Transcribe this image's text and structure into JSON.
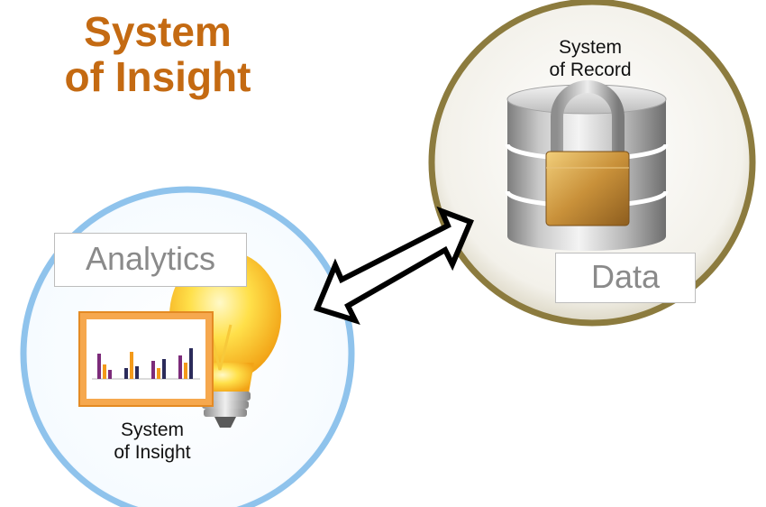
{
  "title": {
    "line1": "System",
    "line2": "of Insight"
  },
  "record_circle": {
    "caption_line1": "System",
    "caption_line2": "of Record",
    "box_label": "Data",
    "icon": "database-lock-icon"
  },
  "insight_circle": {
    "box_label": "Analytics",
    "caption_line1": "System",
    "caption_line2": "of Insight",
    "icons": [
      "bar-chart-icon",
      "lightbulb-icon"
    ]
  },
  "connector": {
    "icon": "double-arrow-icon"
  },
  "colors": {
    "title": "#c46a12",
    "record_ring": "#8c7b3e",
    "insight_ring": "#8fc3ec",
    "bar_purple": "#7c2b7a",
    "bar_orange": "#f39a1a",
    "bar_dark": "#2b2b5a"
  }
}
